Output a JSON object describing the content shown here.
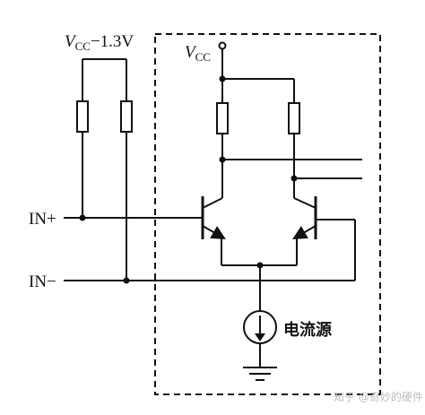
{
  "labels": {
    "vcc_minus_main": "V",
    "vcc_minus_sub": "CC",
    "vcc_minus_tail": "−1.3V",
    "vcc_main": "V",
    "vcc_sub": "CC",
    "in_plus": "IN+",
    "in_minus": "IN−",
    "current_source": "电流源"
  },
  "watermark": "知乎 @奇妙的硬件"
}
